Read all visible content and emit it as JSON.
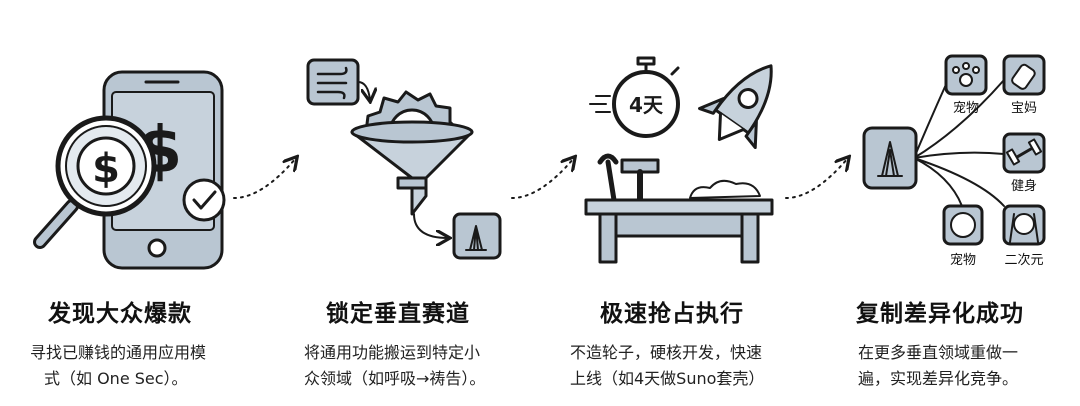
{
  "steps": [
    {
      "title": "发现大众爆款",
      "desc_lines": [
        "寻找已赚钱的通用应用模",
        "式（如 One Sec）。"
      ]
    },
    {
      "title": "锁定垂直赛道",
      "desc_lines": [
        "将通用功能搬运到特定小",
        "众领域（如呼吸→祷告）。"
      ]
    },
    {
      "title": "极速抢占执行",
      "desc_lines": [
        "不造轮子，硬核开发，快速",
        "上线（如4天做Suno套壳）"
      ]
    },
    {
      "title": "复制差异化成功",
      "desc_lines": [
        "在更多垂直领域重做一",
        "遍，实现差异化竞争。"
      ]
    }
  ],
  "illustrations": {
    "phone_symbol": "$",
    "coin_symbol": "$",
    "timer_label": "4天",
    "niches": {
      "pets_top": "宠物",
      "mom": "宝妈",
      "fitness": "健身",
      "pets_bottom": "宠物",
      "anime": "二次元"
    }
  },
  "colors": {
    "fill": "#b9c6d2",
    "stroke": "#1a1a1a"
  }
}
